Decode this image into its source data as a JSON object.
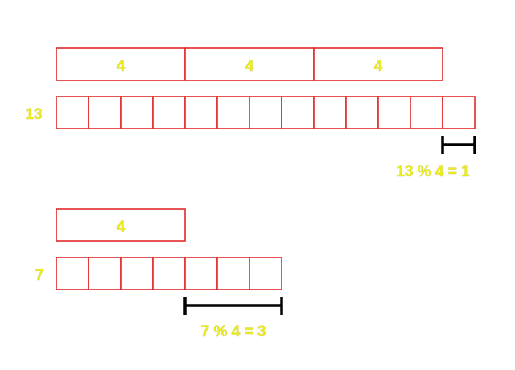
{
  "colors": {
    "box_stroke": "#e32a2a",
    "label_fill": "#ecec18",
    "bracket": "#000000"
  },
  "examples": [
    {
      "dividend": "13",
      "group_size": "4",
      "groups": [
        "4",
        "4",
        "4"
      ],
      "unit_count": 13,
      "remainder": 1,
      "equation": "13 % 4 = 1"
    },
    {
      "dividend": "7",
      "group_size": "4",
      "groups": [
        "4"
      ],
      "unit_count": 7,
      "remainder": 3,
      "equation": "7 % 4 = 3"
    }
  ]
}
